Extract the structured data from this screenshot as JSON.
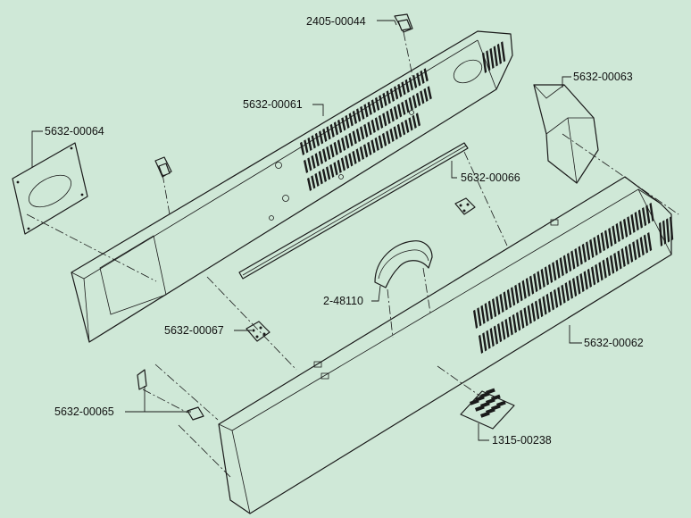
{
  "callouts": {
    "c1": "2405-00044",
    "c2": "5632-00061",
    "c3": "5632-00064",
    "c4": "5632-00063",
    "c5": "5632-00066",
    "c6": "2-48110",
    "c7": "5632-00067",
    "c8": "5632-00062",
    "c9": "5632-00065",
    "c10": "1315-00238"
  },
  "colors": {
    "background": "#cfe8d7",
    "line": "#1a1a1a"
  }
}
